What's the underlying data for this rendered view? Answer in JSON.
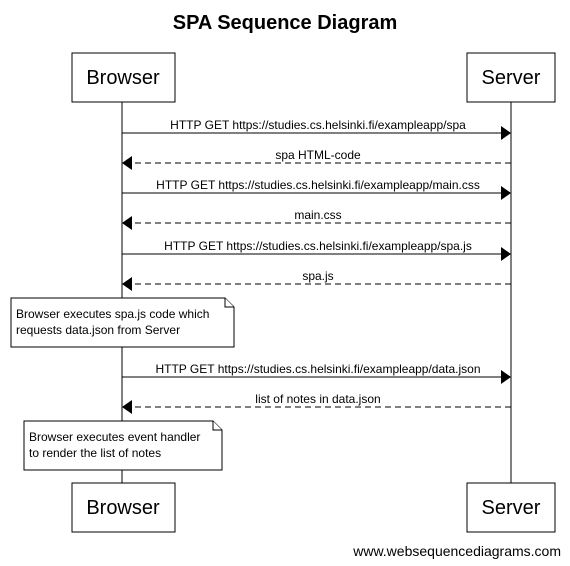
{
  "title": "SPA Sequence Diagram",
  "participants": [
    {
      "label": "Browser"
    },
    {
      "label": "Server"
    }
  ],
  "messages": [
    {
      "text": "HTTP GET https://studies.cs.helsinki.fi/exampleapp/spa",
      "from": "Browser",
      "to": "Server",
      "style": "solid"
    },
    {
      "text": "spa HTML-code",
      "from": "Server",
      "to": "Browser",
      "style": "dashed"
    },
    {
      "text": "HTTP GET https://studies.cs.helsinki.fi/exampleapp/main.css",
      "from": "Browser",
      "to": "Server",
      "style": "solid"
    },
    {
      "text": "main.css",
      "from": "Server",
      "to": "Browser",
      "style": "dashed"
    },
    {
      "text": "HTTP GET https://studies.cs.helsinki.fi/exampleapp/spa.js",
      "from": "Browser",
      "to": "Server",
      "style": "solid"
    },
    {
      "text": "spa.js",
      "from": "Server",
      "to": "Browser",
      "style": "dashed"
    },
    {
      "text": "HTTP GET https://studies.cs.helsinki.fi/exampleapp/data.json",
      "from": "Browser",
      "to": "Server",
      "style": "solid"
    },
    {
      "text": "list of notes in data.json",
      "from": "Server",
      "to": "Browser",
      "style": "dashed"
    }
  ],
  "notes": [
    {
      "lines": [
        "Browser executes spa.js code which",
        "requests data.json from Server"
      ]
    },
    {
      "lines": [
        "Browser executes event handler",
        "to render the list of notes"
      ]
    }
  ],
  "footer": "www.websequencediagrams.com"
}
